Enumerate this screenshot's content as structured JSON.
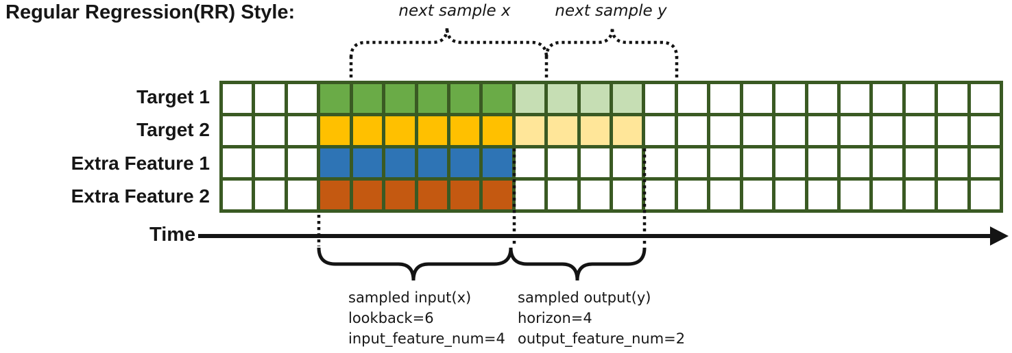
{
  "title": "Regular Regression(RR) Style:",
  "top_annotations": {
    "next_sample_x": "next sample x",
    "next_sample_y": "next sample y"
  },
  "rows": [
    {
      "label": "Target 1",
      "lookback_color": "#6aab47",
      "horizon_color": "#c6deb4"
    },
    {
      "label": "Target 2",
      "lookback_color": "#ffc000",
      "horizon_color": "#ffe699"
    },
    {
      "label": "Extra Feature 1",
      "lookback_color": "#2e74b5",
      "horizon_color": ""
    },
    {
      "label": "Extra Feature 2",
      "lookback_color": "#c45911",
      "horizon_color": ""
    }
  ],
  "grid": {
    "columns": 24,
    "rows": 4,
    "empty_before": 3,
    "lookback": 6,
    "horizon": 4,
    "border_color": "#3a5a23",
    "empty_cell_color": "#ffffff"
  },
  "time_axis": {
    "label": "Time"
  },
  "bottom_annotations": {
    "input": {
      "title": "sampled input(x)",
      "param1": "lookback=6",
      "param2": "input_feature_num=4"
    },
    "output": {
      "title": "sampled output(y)",
      "param1": "horizon=4",
      "param2": "output_feature_num=2"
    }
  }
}
